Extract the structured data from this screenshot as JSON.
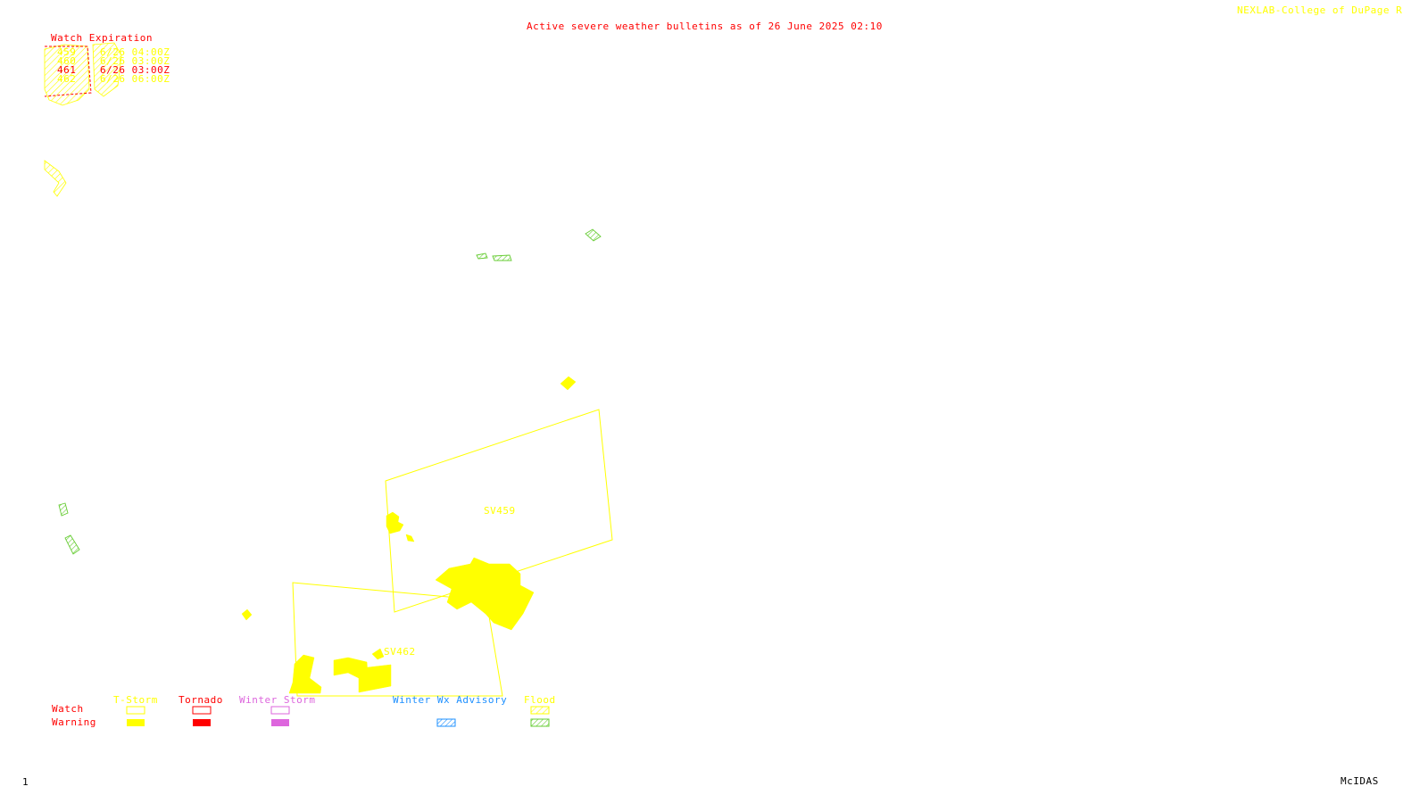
{
  "header": {
    "bulletin_title": "Active severe weather bulletins as of 26 June 2025 02:10",
    "source_credit": "NEXLAB-College of DuPage R",
    "colors": {
      "title": "#ff0000",
      "credit": "#ffff00"
    }
  },
  "watch_table": {
    "header": "Watch Expiration",
    "rows": [
      {
        "watch": "459",
        "expires": "6/26 04:00Z",
        "color": "#ffff00"
      },
      {
        "watch": "460",
        "expires": "6/26 03:00Z",
        "color": "#ffff00"
      },
      {
        "watch": "461",
        "expires": "6/26 03:00Z",
        "color": "#ff0000"
      },
      {
        "watch": "462",
        "expires": "6/26 06:00Z",
        "color": "#ffff00"
      }
    ]
  },
  "map_labels": {
    "watch_459": "SV459",
    "watch_462": "SV462"
  },
  "legend": {
    "row_watch": "Watch",
    "row_warning": "Warning",
    "categories": [
      {
        "label": "T-Storm",
        "color": "#ffff00",
        "style": "solid"
      },
      {
        "label": "Tornado",
        "color": "#ff0000",
        "style": "solid"
      },
      {
        "label": "Winter Storm",
        "color": "#dd66dd",
        "style": "solid"
      },
      {
        "label": "Winter Wx Advisory",
        "color": "#1e90ff",
        "style": "hatched"
      },
      {
        "label": "Flood",
        "color": "#66cc33",
        "style": "hatched"
      }
    ]
  },
  "footer": {
    "frame_number": "1",
    "software": "McIDAS"
  },
  "colors": {
    "background": "#ffffff",
    "tstorm": "#ffff00",
    "tornado": "#ff0000",
    "flood": "#66cc33",
    "winter_storm": "#dd66dd",
    "winter_advisory": "#1e90ff"
  }
}
